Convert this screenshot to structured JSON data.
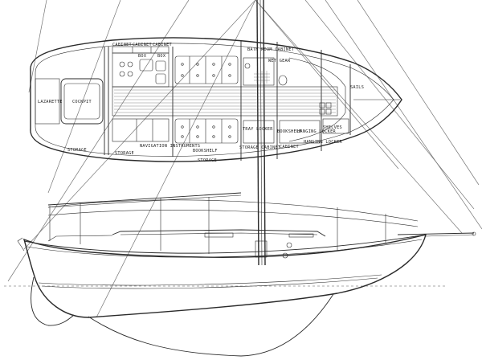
{
  "labels": {
    "lazarette": "LAZARETTE",
    "cockpit": "COCKPIT",
    "cabinet_1": "CABINET",
    "cabinet_2": "CABINET",
    "cabinet_3": "CABINET",
    "box_1": "BOX",
    "box_2": "BOX",
    "bath_room_cabinet": "BATH ROOM CABINET",
    "wet_gear": "WET GEAR",
    "sails": "SAILS",
    "storage_1": "STORAGE",
    "storage_2": "STORAGE",
    "navigation_instruments": "NAVIGATION INSTRUMENTS",
    "bookshelf_1": "BOOKSHELF",
    "storage_3": "STORAGE",
    "bookshelf_2": "BOOKSHELF",
    "tray_locker": "TRAY LOCKER",
    "storage_cabinet": "STORAGE CABINET",
    "cabinet_4": "CABINET",
    "hanging_locker_1": "HANGING LOCKER",
    "hanging_locker_2": "HANGING LOCKER",
    "shelves": "SHELVES"
  },
  "colors": {
    "ink": "#2a2a2a",
    "rigging": "#777777",
    "paper": "#ffffff"
  }
}
